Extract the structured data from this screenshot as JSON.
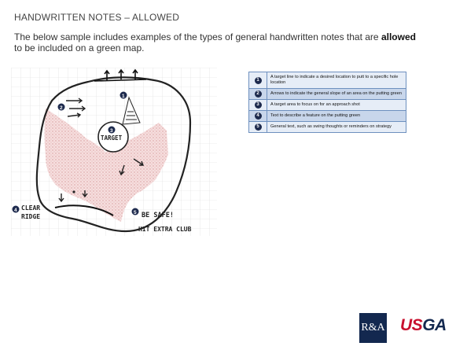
{
  "title": "HANDWRITTEN NOTES – ALLOWED",
  "intro": {
    "before": "The below sample includes examples of the types of general handwritten notes that are ",
    "bold": "allowed",
    "after": " to be included on a green map."
  },
  "figure": {
    "labels": {
      "n1": "1",
      "n2": "2",
      "n3": "3",
      "n4": "4",
      "n5": "5",
      "target": "TARGET",
      "clear": "CLEAR",
      "ridge": "RIDGE",
      "be_safe": "BE SAFE!",
      "hit_extra": "HIT EXTRA CLUB"
    }
  },
  "legend": [
    {
      "num": "1",
      "text": "A target line to indicate a desired location to putt to a specific hole location"
    },
    {
      "num": "2",
      "text": "Arrows to indicate the general slope of an area on the putting green"
    },
    {
      "num": "3",
      "text": "A target area to focus on for an approach shot"
    },
    {
      "num": "4",
      "text": "Text to describe a feature on the putting green"
    },
    {
      "num": "5",
      "text": "General text, such as swing thoughts or reminders on strategy"
    }
  ],
  "logos": {
    "ra": "R&A",
    "usga_u": "US",
    "usga_ga": "GA"
  },
  "colors": {
    "legend_dark": "#c8d6eb",
    "legend_light": "#e6edf7",
    "navy": "#1d2a4d",
    "usga_red": "#c8102e"
  }
}
